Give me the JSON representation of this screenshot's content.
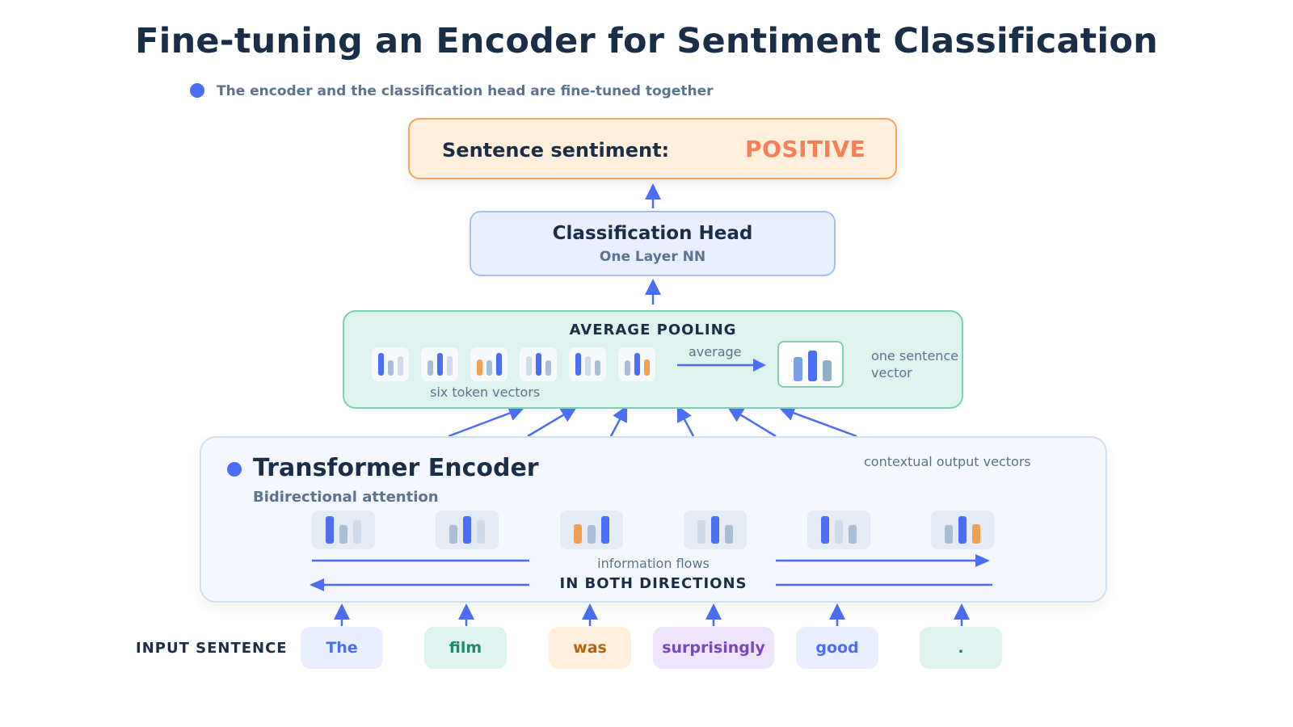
{
  "title": "Fine-tuning an Encoder for Sentiment Classification",
  "legend": {
    "text": "The encoder and the classification head are fine-tuned together",
    "color": "#4a6ef5"
  },
  "output": {
    "label": "Sentence sentiment:",
    "value": "POSITIVE"
  },
  "head": {
    "title": "Classification Head",
    "subtitle": "One Layer NN"
  },
  "pooling": {
    "title": "AVERAGE POOLING",
    "token_vectors_label": "six token vectors",
    "arrow_label": "average",
    "result_label": "one sentence vector"
  },
  "encoder": {
    "title": "Transformer Encoder",
    "subtitle": "Bidirectional attention",
    "output_note": "contextual output vectors",
    "flow_note": "information flows",
    "flow_strong": "IN BOTH DIRECTIONS"
  },
  "input": {
    "label": "INPUT SENTENCE",
    "tokens": [
      {
        "text": "The",
        "bg": "#e9efff",
        "fg": "#4a6ef5"
      },
      {
        "text": "film",
        "bg": "#def3ee",
        "fg": "#1d8a6a"
      },
      {
        "text": "was",
        "bg": "#ffefdc",
        "fg": "#b5620e"
      },
      {
        "text": "surprisingly",
        "bg": "#efe4fd",
        "fg": "#7a46c6"
      },
      {
        "text": "good",
        "bg": "#e9efff",
        "fg": "#4a6ef5"
      },
      {
        "text": ".",
        "bg": "#def3ee",
        "fg": "#1d8a6a"
      }
    ]
  },
  "colors": {
    "accent": "#4a6ef5",
    "bar_blue": "#4a6ef5",
    "bar_gray": "#a9bdd6",
    "bar_light": "#cfdbe8",
    "bar_orange": "#f0a050"
  }
}
